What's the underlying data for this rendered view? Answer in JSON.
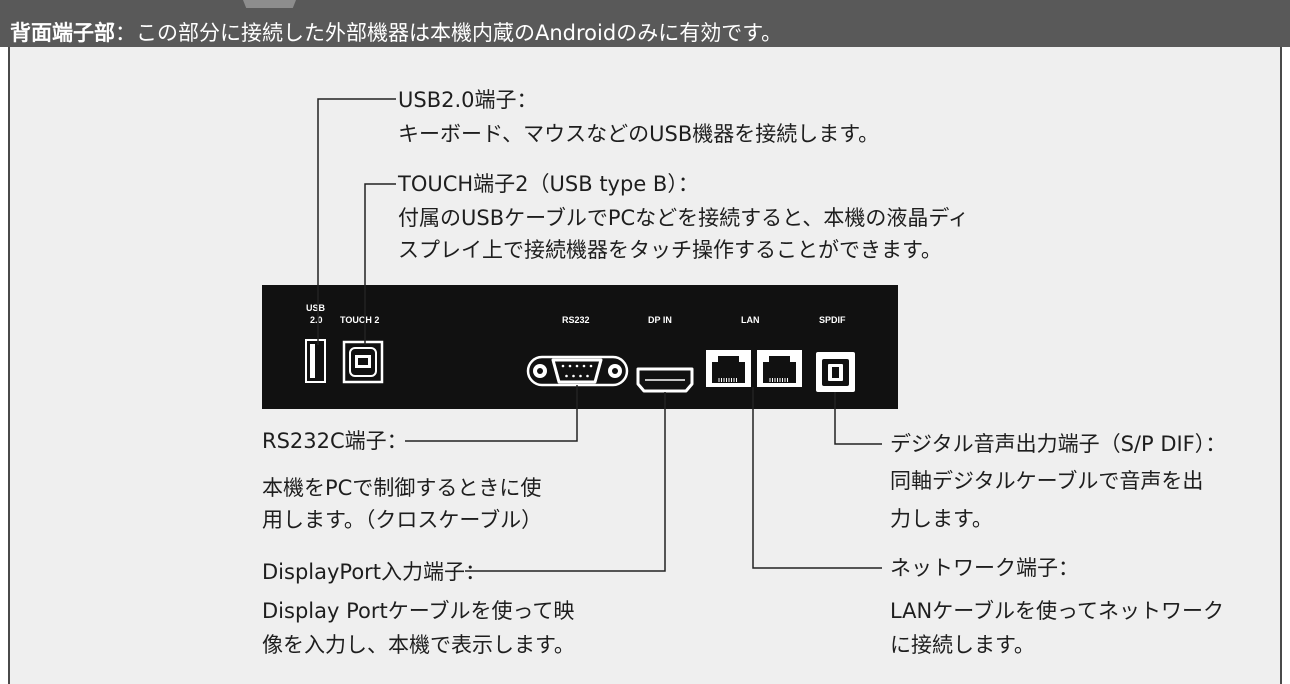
{
  "header": {
    "title_bold": "背面端子部",
    "title_rest": "：この部分に接続した外部機器は本機内蔵のAndroidのみに有効です。"
  },
  "panel_labels": {
    "usb_line1": "USB",
    "usb_line2": "2.0",
    "touch": "TOUCH 2",
    "rs232": "RS232",
    "dp_in": "DP IN",
    "lan": "LAN",
    "spdif": "SPDIF"
  },
  "callouts": {
    "usb": {
      "title": "USB2.0端子：",
      "lines": [
        "キーボード、マウスなどのUSB機器を接続します。"
      ]
    },
    "touch": {
      "title": "TOUCH端子2（USB type B）：",
      "lines": [
        "付属のUSBケーブルでPCなどを接続すると、本機の液晶ディ",
        "スプレイ上で接続機器をタッチ操作することができます。"
      ]
    },
    "rs232": {
      "title": "RS232C端子：",
      "lines": [
        "本機をPCで制御するときに使",
        "用します。（クロスケーブル）"
      ]
    },
    "displayport": {
      "title": "DisplayPort入力端子：",
      "lines": [
        "Display Portケーブルを使って映",
        "像を入力し、本機で表示します。"
      ]
    },
    "spdif": {
      "title": "デジタル音声出力端子（S/P DIF）：",
      "lines": [
        "同軸デジタルケーブルで音声を出",
        "力します。"
      ]
    },
    "lan": {
      "title": "ネットワーク端子：",
      "lines": [
        "LANケーブルを使ってネットワーク",
        "に接続します。"
      ]
    }
  },
  "colors": {
    "header_bg": "#595959",
    "content_bg": "#efefef",
    "device_panel": "#111111",
    "leader_line": "#222222"
  }
}
